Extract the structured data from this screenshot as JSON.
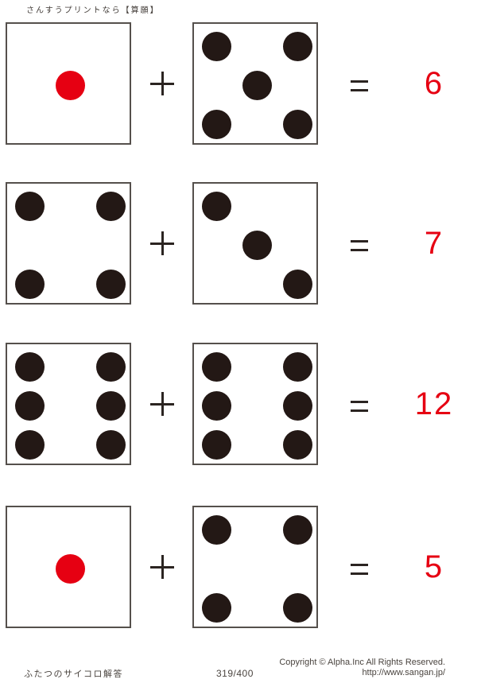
{
  "page": {
    "header_title": "さんすうプリントなら【算願】",
    "footer": {
      "left_label": "ふたつのサイコロ解答",
      "page_number": "319/400",
      "copyright_line1": "Copyright ©  Alpha.Inc All Rights Reserved.",
      "copyright_line2": "http://www.sangan.jp/"
    }
  },
  "colors": {
    "red": "#e60012",
    "black_dot": "#231815",
    "stroke": "#2b2421",
    "die_border": "#55504c",
    "footer_text": "#4a443f"
  },
  "problems": [
    {
      "left_die": {
        "value": 1,
        "color": "red"
      },
      "operator": "+",
      "right_die": {
        "value": 5,
        "color": "black"
      },
      "equals": "=",
      "answer": "6"
    },
    {
      "left_die": {
        "value": 4,
        "color": "black"
      },
      "operator": "+",
      "right_die": {
        "value": 3,
        "color": "black"
      },
      "equals": "=",
      "answer": "7"
    },
    {
      "left_die": {
        "value": 6,
        "color": "black"
      },
      "operator": "+",
      "right_die": {
        "value": 6,
        "color": "black"
      },
      "equals": "=",
      "answer": "12"
    },
    {
      "left_die": {
        "value": 1,
        "color": "red"
      },
      "operator": "+",
      "right_die": {
        "value": 4,
        "color": "black"
      },
      "equals": "=",
      "answer": "5"
    }
  ]
}
